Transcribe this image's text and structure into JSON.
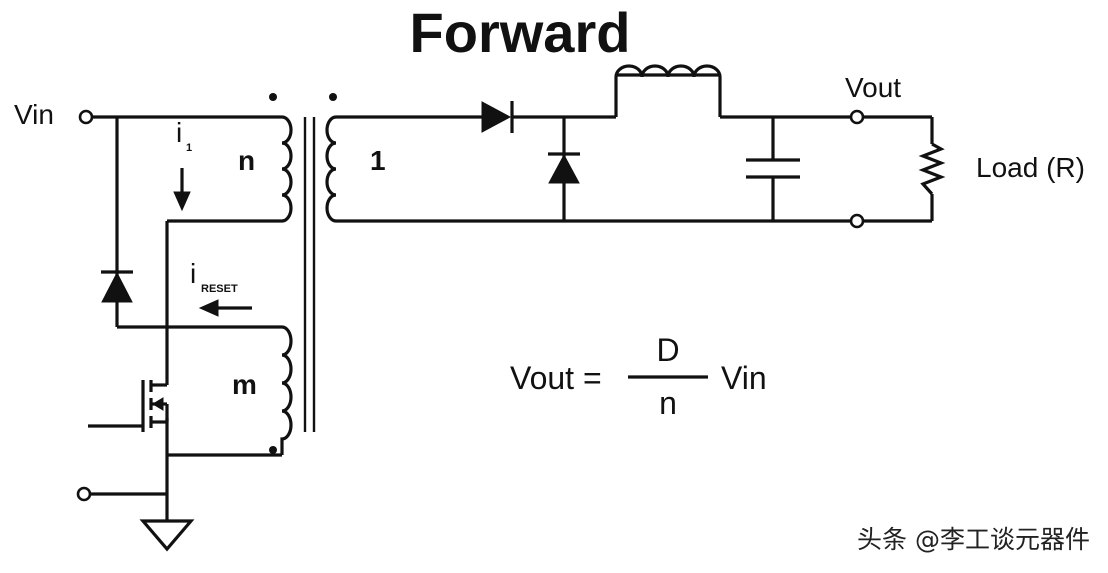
{
  "title": "Forward",
  "labels": {
    "vin": "Vin",
    "current_primary": "i",
    "current_primary_sub": "1",
    "turns_primary": "n",
    "turns_secondary": "1",
    "current_reset": "i",
    "current_reset_sub": "RESET",
    "turns_reset": "m",
    "vout": "Vout",
    "load": "Load (R)"
  },
  "equation": {
    "lhs": "Vout =",
    "numerator": "D",
    "denominator": "n",
    "rhs": "Vin"
  },
  "watermark": "头条 @李工谈元器件"
}
